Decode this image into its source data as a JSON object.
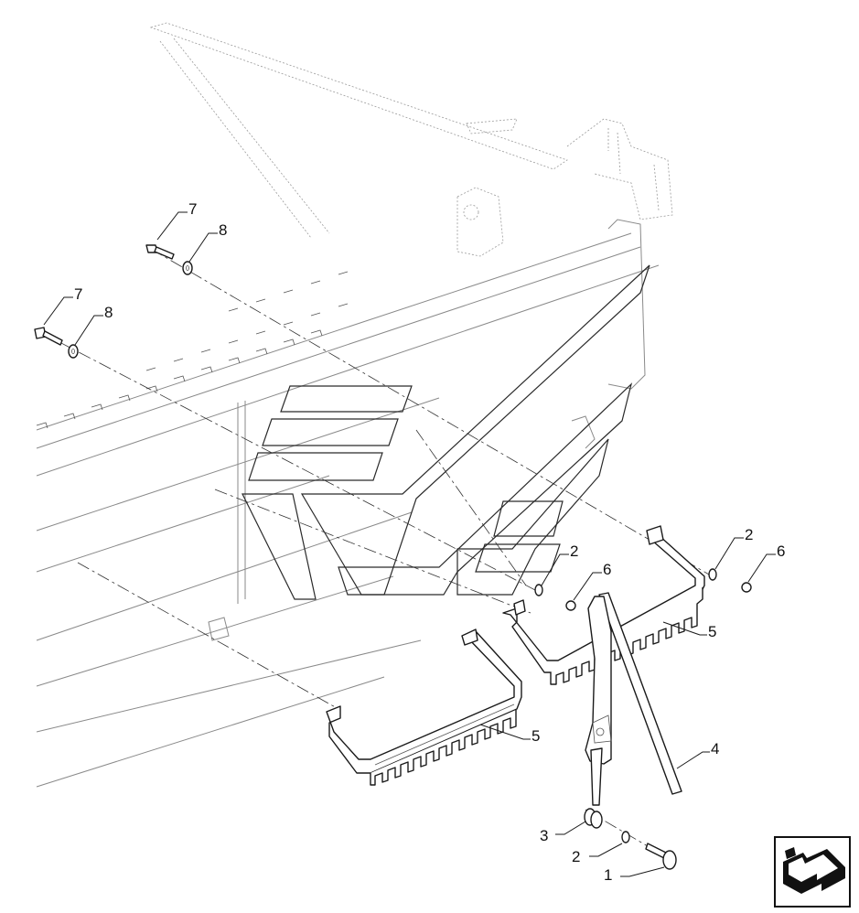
{
  "callouts": [
    "7",
    "8",
    "7",
    "8",
    "2",
    "6",
    "2",
    "6",
    "5",
    "5",
    "4",
    "3",
    "2",
    "1"
  ],
  "colors": {
    "line": "#1a1a1a",
    "frame": "#8a8a8a",
    "background": "#ffffff"
  },
  "icons": {
    "navigation": "navigation-arrow-icon",
    "watermark": "brand-watermark-icon"
  }
}
